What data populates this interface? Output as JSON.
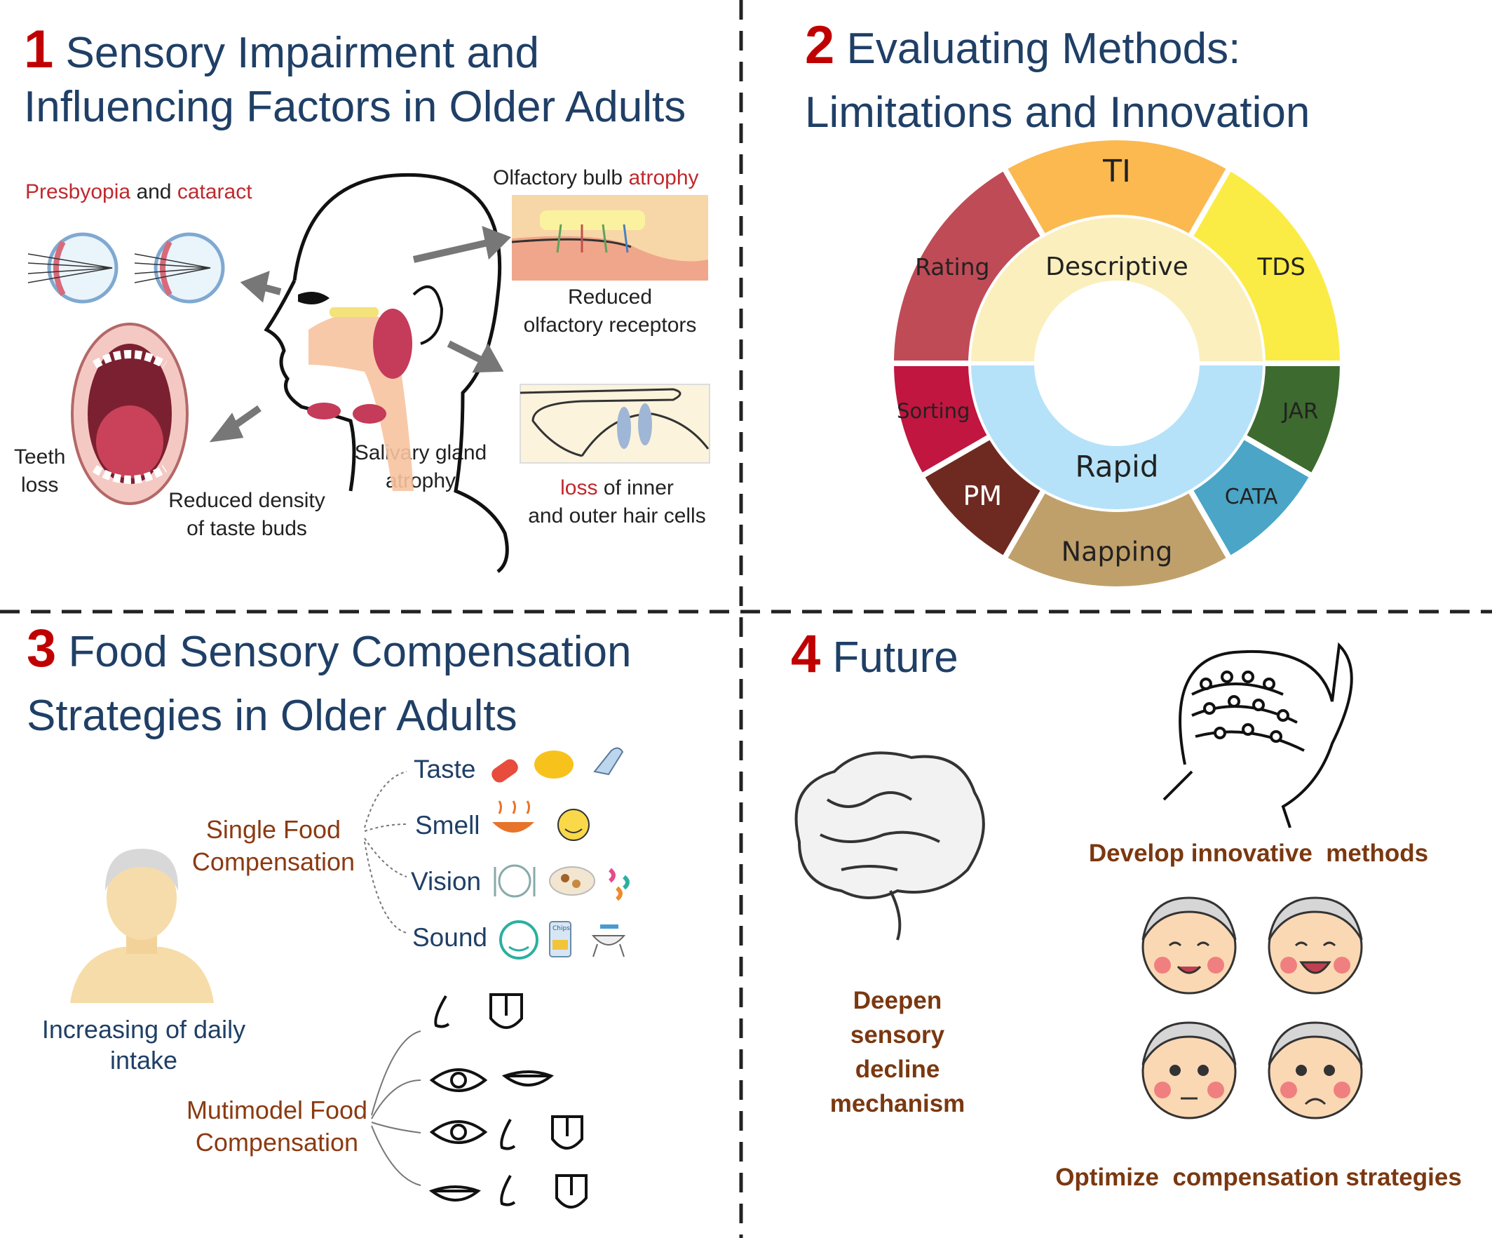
{
  "panel1": {
    "num": "1",
    "title_line1": "Sensory Impairment and",
    "title_line2": "Influencing Factors in Older Adults",
    "eye": {
      "presbyopia": "Presbyopia",
      "and": "and",
      "cataract": "cataract"
    },
    "olfactory": {
      "bulb": "Olfactory bulb",
      "atrophy": "atrophy",
      "reduced": "Reduced",
      "receptors": "olfactory receptors"
    },
    "teeth": {
      "teeth": "Teeth",
      "loss": "loss"
    },
    "taste": {
      "reduced_density": "Reduced density",
      "of_taste_buds": "of taste buds"
    },
    "salivary": {
      "gland": "Salivary gland",
      "atrophy": "atrophy"
    },
    "hearing": {
      "loss": "loss",
      "of_inner": "of inner",
      "outer": "and outer hair cells"
    }
  },
  "panel2": {
    "num": "2",
    "title_line1": "Evaluating Methods:",
    "title_line2": "Limitations and Innovation",
    "inner": {
      "descriptive": "Descriptive",
      "rapid": "Rapid"
    },
    "methods": {
      "ti": "TI",
      "tds": "TDS",
      "rating": "Rating",
      "jar": "JAR",
      "sorting": "Sorting",
      "cata": "CATA",
      "pm": "PM",
      "napping": "Napping"
    },
    "colors": {
      "ti": "#fbb950",
      "tds": "#fbeb45",
      "rating": "#bf4b56",
      "jar": "#3d6a2e",
      "sorting": "#c0163f",
      "cata": "#4aa5c6",
      "pm": "#6e2a20",
      "napping": "#c0a06a",
      "descriptive": "#fbefbe",
      "rapid": "#b5e2f8"
    }
  },
  "panel3": {
    "num": "3",
    "title_line1": "Food Sensory Compensation",
    "title_line2": "Strategies in Older Adults",
    "single": {
      "line1": "Single Food",
      "line2": "Compensation"
    },
    "multi": {
      "line1": "Mutimodel Food",
      "line2": "Compensation"
    },
    "senses": [
      "Taste",
      "Smell",
      "Vision",
      "Sound"
    ],
    "chips": "Chips",
    "intake": {
      "line1": "Increasing of daily",
      "line2": "intake"
    }
  },
  "panel4": {
    "num": "4",
    "title": "Future",
    "deepen": [
      "Deepen",
      "sensory",
      "decline",
      "mechanism"
    ],
    "develop": "Develop innovative  methods",
    "optimize": "Optimize  compensation strategies"
  }
}
